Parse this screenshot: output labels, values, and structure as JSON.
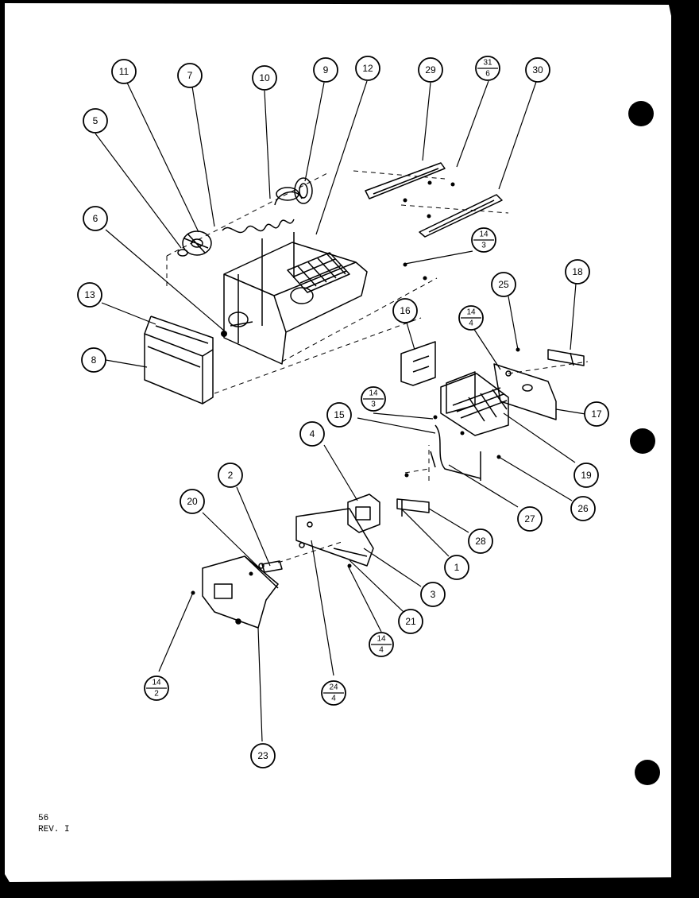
{
  "callouts": [
    {
      "id": "c11",
      "label": "11"
    },
    {
      "id": "c7",
      "label": "7"
    },
    {
      "id": "c10",
      "label": "10"
    },
    {
      "id": "c9",
      "label": "9"
    },
    {
      "id": "c12",
      "label": "12"
    },
    {
      "id": "c29",
      "label": "29"
    },
    {
      "id": "c30",
      "label": "30"
    },
    {
      "id": "c5",
      "label": "5"
    },
    {
      "id": "c6",
      "label": "6"
    },
    {
      "id": "c13",
      "label": "13"
    },
    {
      "id": "c8",
      "label": "8"
    },
    {
      "id": "c16",
      "label": "16"
    },
    {
      "id": "c25",
      "label": "25"
    },
    {
      "id": "c18",
      "label": "18"
    },
    {
      "id": "c17",
      "label": "17"
    },
    {
      "id": "c15",
      "label": "15"
    },
    {
      "id": "c4",
      "label": "4"
    },
    {
      "id": "c19",
      "label": "19"
    },
    {
      "id": "c26",
      "label": "26"
    },
    {
      "id": "c27",
      "label": "27"
    },
    {
      "id": "c2",
      "label": "2"
    },
    {
      "id": "c20",
      "label": "20"
    },
    {
      "id": "c28",
      "label": "28"
    },
    {
      "id": "c1",
      "label": "1"
    },
    {
      "id": "c3",
      "label": "3"
    },
    {
      "id": "c21",
      "label": "21"
    },
    {
      "id": "c23",
      "label": "23"
    }
  ],
  "fraction_callouts": [
    {
      "id": "f31_6",
      "top": "31",
      "bottom": "6"
    },
    {
      "id": "f14_3a",
      "top": "14",
      "bottom": "3"
    },
    {
      "id": "f14_4a",
      "top": "14",
      "bottom": "4"
    },
    {
      "id": "f14_3b",
      "top": "14",
      "bottom": "3"
    },
    {
      "id": "f14_4b",
      "top": "14",
      "bottom": "4"
    },
    {
      "id": "f14_2",
      "top": "14",
      "bottom": "2"
    },
    {
      "id": "f24_4",
      "top": "24",
      "bottom": "4"
    }
  ],
  "footer": {
    "page_code": "56",
    "revision": "REV. I"
  }
}
